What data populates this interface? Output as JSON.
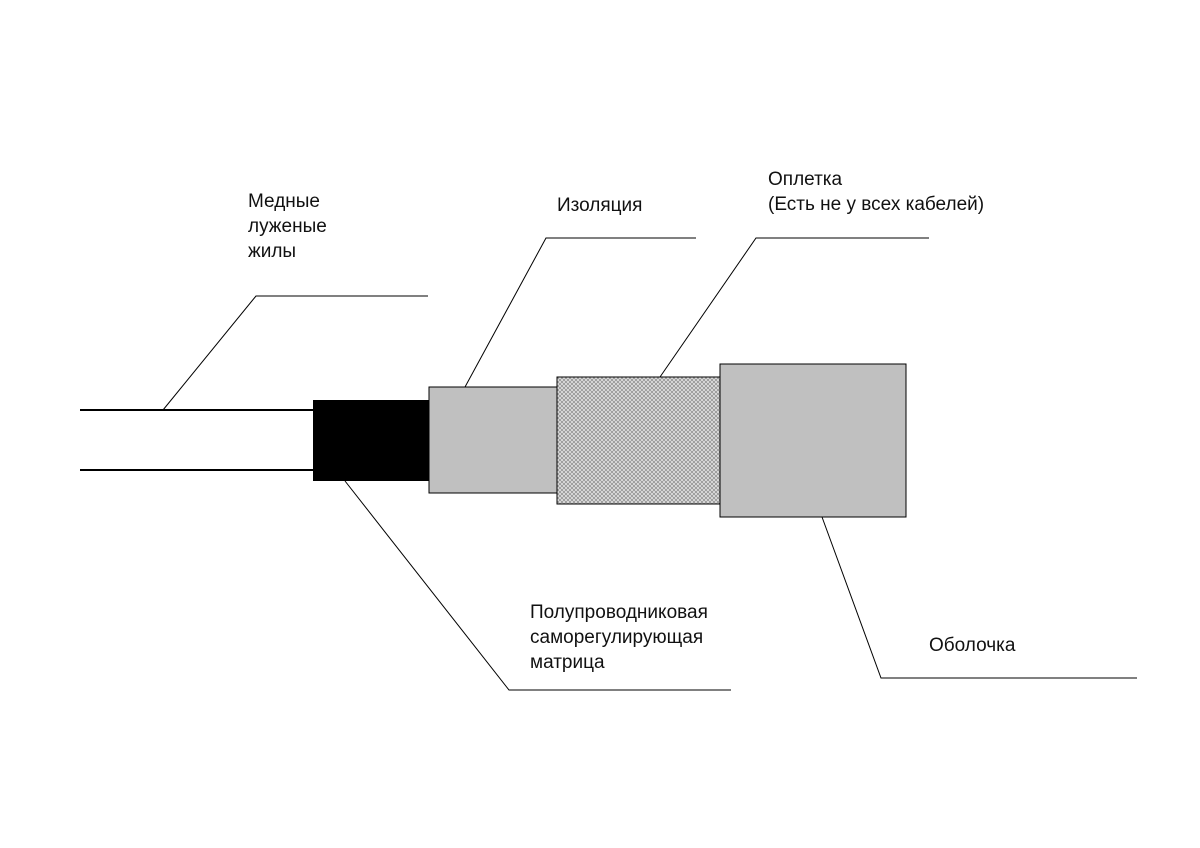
{
  "labels": {
    "conductors": [
      "Медные",
      "луженые",
      "жилы"
    ],
    "insulation": "Изоляция",
    "braid": [
      "Оплетка",
      "(Есть не у всех кабелей)"
    ],
    "matrix": [
      "Полупроводниковая",
      "саморегулирующая",
      "матрица"
    ],
    "jacket": "Оболочка"
  },
  "colors": {
    "wire": "#000000",
    "matrix": "#000000",
    "insulation": "#c0c0c0",
    "braid_fill": "#e0e0e0",
    "braid_mesh": "#8a8a8a",
    "jacket": "#c0c0c0",
    "leader": "#000000",
    "text": "#111111"
  },
  "braid_pattern": "crosshatch-mesh"
}
